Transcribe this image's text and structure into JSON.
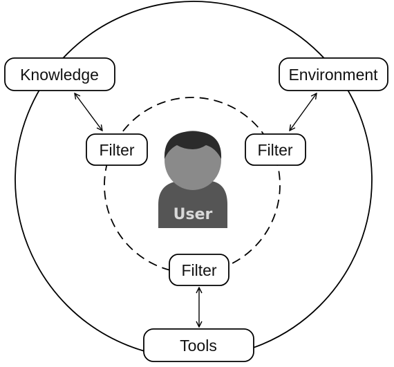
{
  "nodes": {
    "knowledge": "Knowledge",
    "environment": "Environment",
    "tools": "Tools",
    "filter_left": "Filter",
    "filter_right": "Filter",
    "filter_bottom": "Filter"
  },
  "user": {
    "label": "User",
    "icon": "user-avatar-icon"
  },
  "colors": {
    "stroke": "#000000",
    "avatar_body": "#555555",
    "avatar_face": "#8a8a8a",
    "avatar_hair": "#2b2b2b",
    "avatar_text": "#d9d9d9"
  }
}
